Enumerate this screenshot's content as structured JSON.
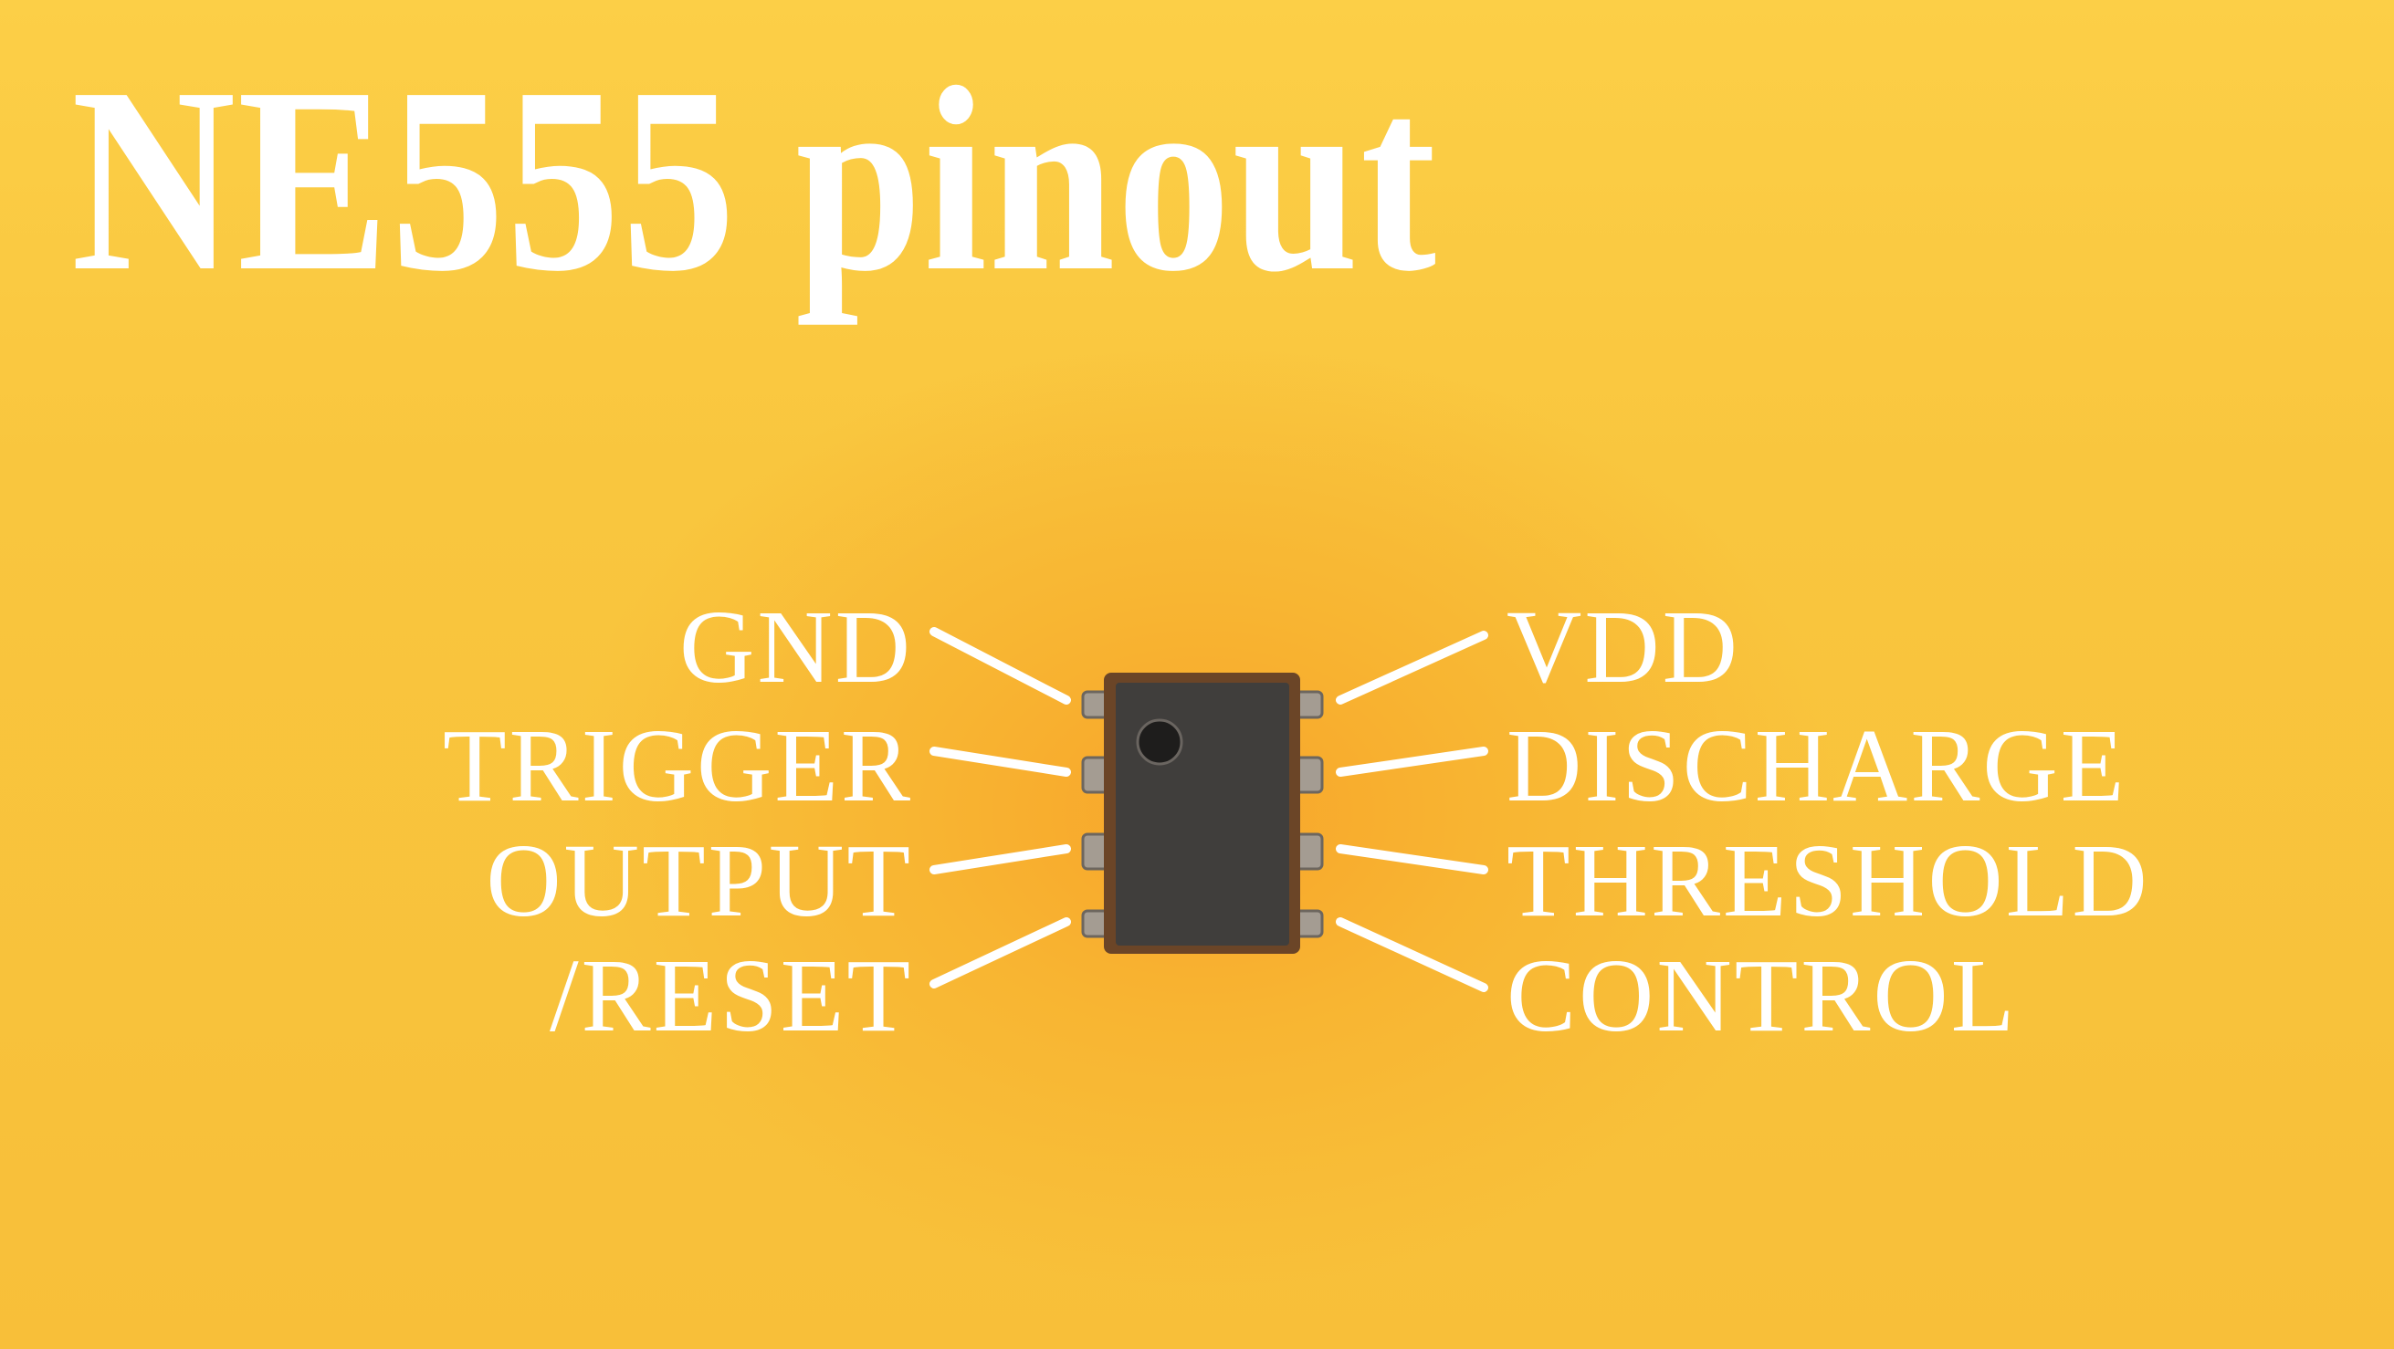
{
  "title": "NE555 pinout",
  "pins": {
    "left": [
      "GND",
      "TRIGGER",
      "OUTPUT",
      "/RESET"
    ],
    "right": [
      "VDD",
      "DISCHARGE",
      "THRESHOLD",
      "CONTROL"
    ]
  },
  "colors": {
    "background": "#f8c13a",
    "text": "#ffffff",
    "chip_body": "#403e3c",
    "chip_rim": "#6b4527",
    "pin": "#9a938a"
  }
}
